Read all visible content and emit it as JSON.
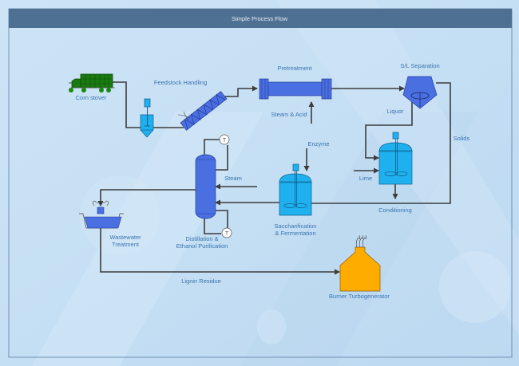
{
  "header": {
    "title": "Simple Process Flow"
  },
  "colors": {
    "header_bg": "#4e7093",
    "equipment_blue": "#4a6fe0",
    "vessel_cyan": "#00b4f0",
    "burner_orange": "#ffac00",
    "truck_green": "#1a7a12",
    "pipe": "#3c3c3c",
    "label_text": "#3a74b0"
  },
  "labels": {
    "corn_stover": "Corn stover",
    "feedstock_handling": "Feedstock Handling",
    "pretreatment": "Pretreatment",
    "sl_separation": "S/L Separation",
    "steam_acid": "Steam & Acid",
    "liquor": "Liquor",
    "solids": "Solids",
    "enzyme": "Enzyme",
    "lime": "Lime",
    "conditioning": "Conditioning",
    "steam": "Steam",
    "saccharification_1": "Saccharification",
    "saccharification_2": "& Fermentation",
    "distillation_1": "Distillation &",
    "distillation_2": "Ethanol Purification",
    "wastewater_1": "Wastewater",
    "wastewater_2": "Treatment",
    "lignin_residue": "Lignin Residue",
    "burner": "Burner Turbogenerator",
    "temp_sensor_glyph": "T"
  }
}
